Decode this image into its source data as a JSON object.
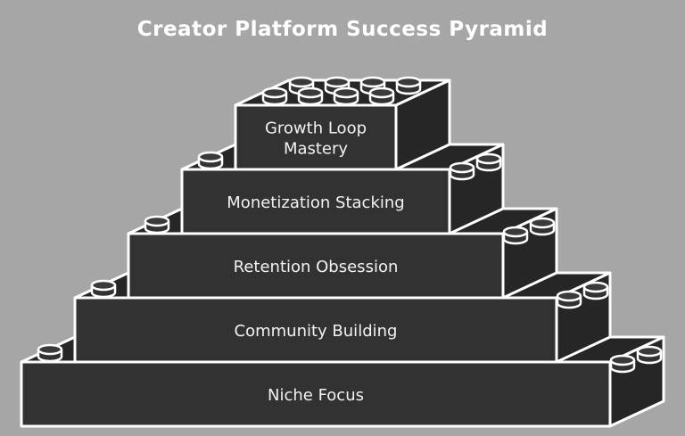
{
  "diagram": {
    "title": "Creator Platform Success Pyramid",
    "levels": [
      {
        "label_lines": [
          "Growth Loop",
          "Mastery"
        ]
      },
      {
        "label_lines": [
          "Monetization Stacking"
        ]
      },
      {
        "label_lines": [
          "Retention Obsession"
        ]
      },
      {
        "label_lines": [
          "Community Building"
        ]
      },
      {
        "label_lines": [
          "Niche Focus"
        ]
      }
    ]
  },
  "colors": {
    "background": "#a6a6a6",
    "brick": "#323232",
    "outline": "#ffffff",
    "text": "#ffffff"
  }
}
